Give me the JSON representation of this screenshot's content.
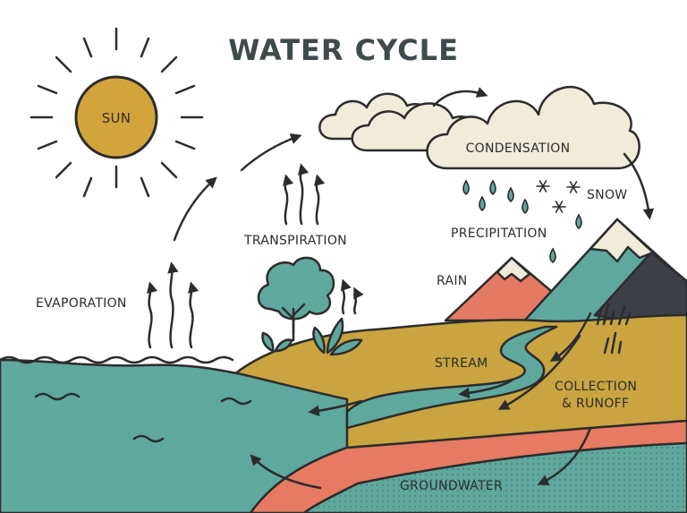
{
  "title": "WATER CYCLE",
  "labels": {
    "sun": "SUN",
    "evaporation": "EVAPORATION",
    "transpiration": "TRANSPIRATION",
    "condensation": "CONDENSATION",
    "precipitation": "PRECIPITATION",
    "snow": "SNOW",
    "rain": "RAIN",
    "stream": "STREAM",
    "collection_line1": "COLLECTION",
    "collection_line2": "& RUNOFF",
    "groundwater": "GROUNDWATER"
  },
  "colors": {
    "ink": "#2c2c2c",
    "sun": "#d4a43c",
    "cloud": "#f1ebda",
    "water": "#5fa89e",
    "land": "#c9a440",
    "soil": "#e67a62",
    "rain_mountain": "#e57a64",
    "teal_mountain": "#5fa89e",
    "dark_mountain": "#3d3f47",
    "snow": "#f1ebda",
    "tree": "#5fa89e",
    "groundwater": "#5fa89e"
  }
}
